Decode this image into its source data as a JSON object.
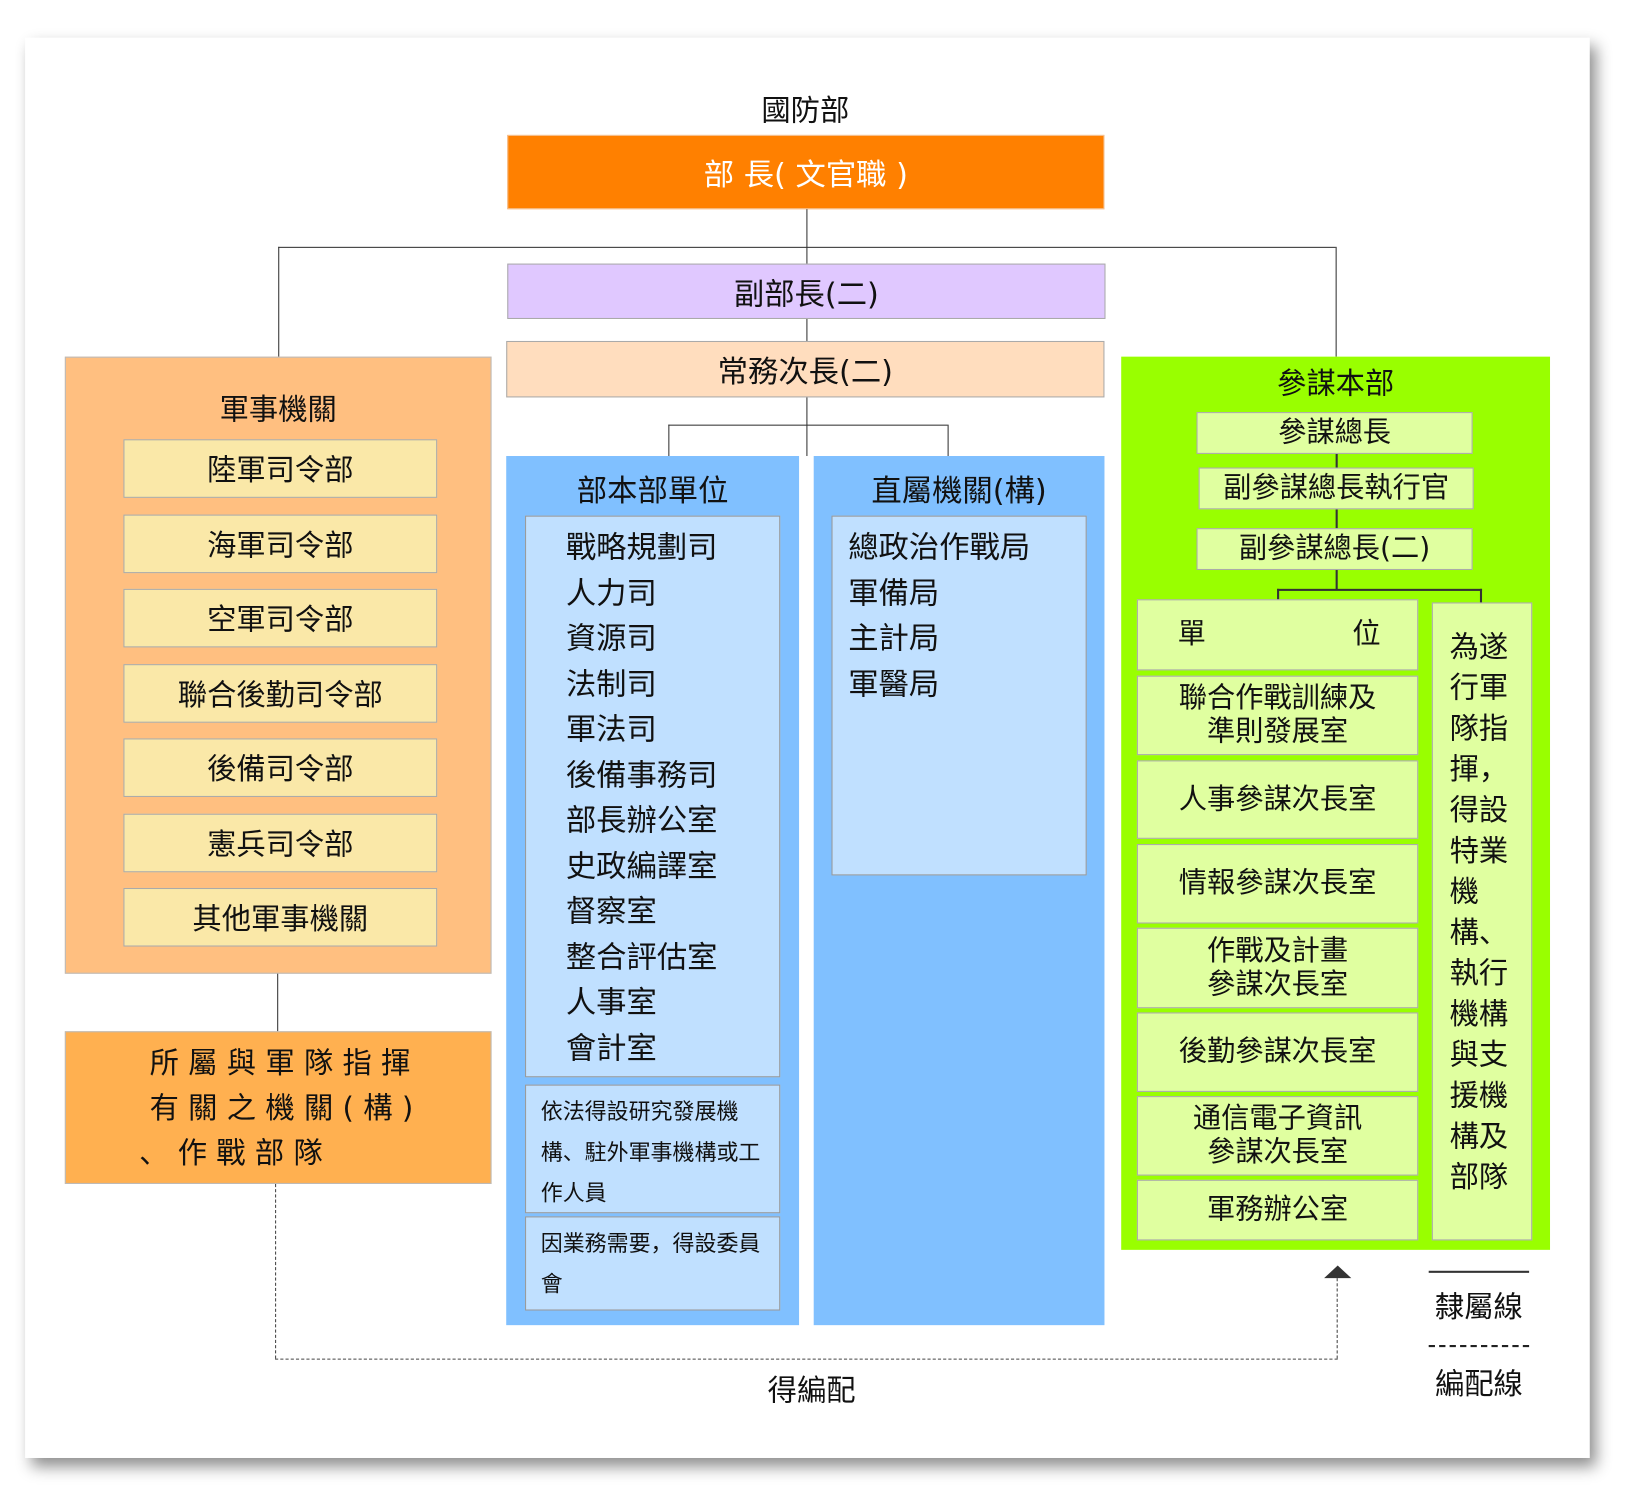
{
  "title": "國防部",
  "minister": "部 長( 文官職 )",
  "vice_minister": "副部長(二)",
  "deputy_chief": "常務次長(二)",
  "military_agencies": {
    "title": "軍事機關",
    "items": [
      "陸軍司令部",
      "海軍司令部",
      "空軍司令部",
      "聯合後勤司令部",
      "後備司令部",
      "憲兵司令部",
      "其他軍事機關"
    ]
  },
  "subordinate": [
    "所 屬 與 軍 隊 指 揮",
    "有 關 之 機 關 ( 構 )",
    "、 作 戰 部 隊"
  ],
  "ministry_units": {
    "title": "部本部單位",
    "items": [
      "戰略規劃司",
      "人力司",
      "資源司",
      "法制司",
      "軍法司",
      "後備事務司",
      "部長辦公室",
      "史政編譯室",
      "督察室",
      "整合評估室",
      "人事室",
      "會計室"
    ],
    "note1": "依法得設研究發展機構、駐外軍事機構或工作人員",
    "note2": "因業務需要，得設委員會"
  },
  "direct_agencies": {
    "title": "直屬機關(構)",
    "items": [
      "總政治作戰局",
      "軍備局",
      "主計局",
      "軍醫局"
    ]
  },
  "general_staff": {
    "title": "參謀本部",
    "chief": "參謀總長",
    "executive": "副參謀總長執行官",
    "deputies": "副參謀總長(二)",
    "units_header": [
      "單",
      "位"
    ],
    "units": [
      "聯合作戰訓練及\n準則發展室",
      "人事參謀次長室",
      "情報參謀次長室",
      "作戰及計畫\n參謀次長室",
      "後勤參謀次長室",
      "通信電子資訊\n參謀次長室",
      "軍務辦公室"
    ],
    "side_note": "為遂行軍隊指揮，得設特業機構、執行機構與支援機構及部隊"
  },
  "assignment_label": "得編配",
  "legend": {
    "solid": "隸屬線",
    "dashed": "編配線"
  },
  "colors": {
    "minister": "#FF8000",
    "vice": "#E0C8FF",
    "deputy": "#FFDDBE",
    "military": "#FFBF80",
    "military_item": "#FAE8A8",
    "subordinate": "#FFB050",
    "blue": "#80C0FF",
    "blue_inner": "#C0E0FF",
    "green": "#99FF00",
    "green_item": "#E0FFA0"
  }
}
